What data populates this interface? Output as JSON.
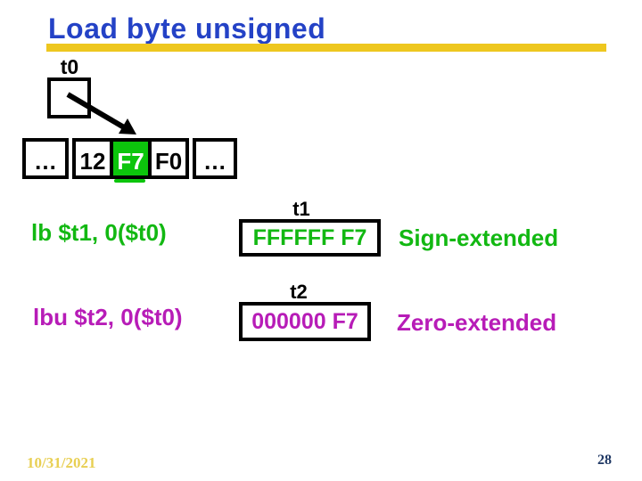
{
  "slide": {
    "title": "Load byte unsigned",
    "date": "10/31/2021",
    "page_number": "28"
  },
  "colors": {
    "title_blue": "#2442C6",
    "underline_gold": "#EEC71F",
    "green_text": "#12B812",
    "green_cell": "#0CC50C",
    "magenta": "#B71CB7",
    "date_gold": "#E8CF52",
    "page_navy": "#1F3864"
  },
  "memory": {
    "pointer_label": "t0",
    "cells": [
      {
        "value": "…",
        "highlight": false
      },
      {
        "value": "12",
        "highlight": false
      },
      {
        "value": "F7",
        "highlight": true
      },
      {
        "value": "F0",
        "highlight": false
      },
      {
        "value": "…",
        "highlight": false
      }
    ]
  },
  "rows": [
    {
      "instruction": "lb $t1, 0($t0)",
      "register": "t1",
      "value": "FFFFFF F7",
      "note": "Sign-extended"
    },
    {
      "instruction": "lbu $t2, 0($t0)",
      "register": "t2",
      "value": "000000 F7",
      "note": "Zero-extended"
    }
  ]
}
